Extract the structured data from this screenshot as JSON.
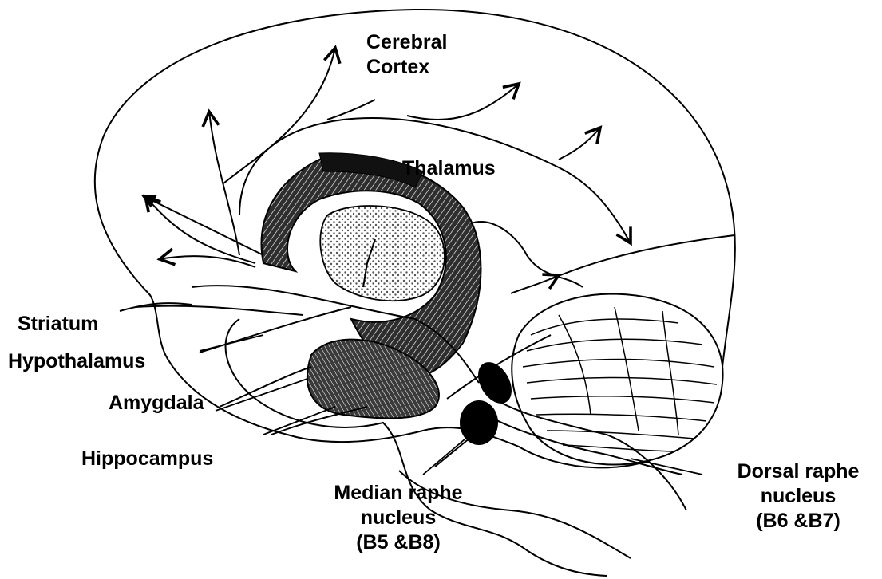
{
  "labels": {
    "cerebral_cortex": [
      "Cerebral",
      "Cortex"
    ],
    "thalamus": "Thalamus",
    "striatum": "Striatum",
    "hypothalamus": "Hypothalamus",
    "amygdala": "Amygdala",
    "hippocampus": "Hippocampus",
    "median_raphe": [
      "Median raphe",
      "nucleus",
      "(B5 &B8)"
    ],
    "dorsal_raphe": [
      "Dorsal raphe",
      "nucleus",
      "(B6 &B7)"
    ]
  },
  "colors": {
    "ink": "#000000",
    "background": "#ffffff",
    "stipple": "#9a9a9a"
  }
}
